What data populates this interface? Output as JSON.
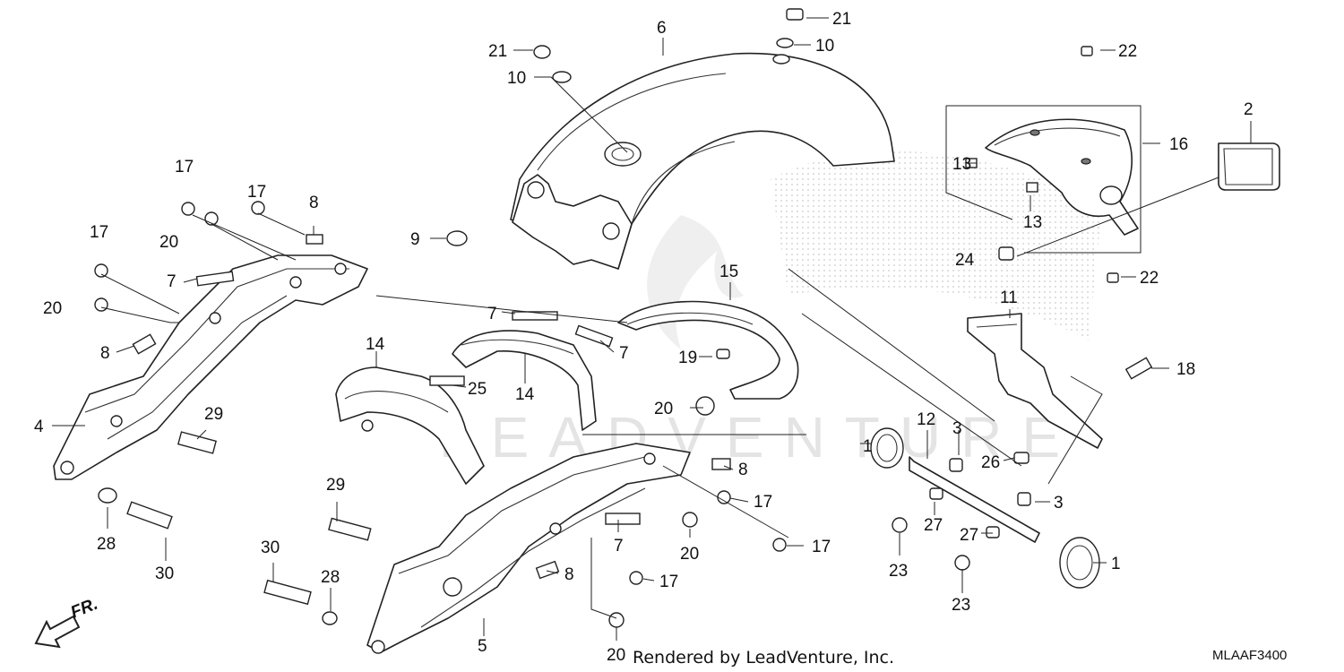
{
  "callouts": [
    "1",
    "2",
    "3",
    "4",
    "5",
    "6",
    "7",
    "8",
    "9",
    "10",
    "11",
    "12",
    "13",
    "14",
    "15",
    "16",
    "17",
    "18",
    "19",
    "20",
    "21",
    "22",
    "23",
    "24",
    "25",
    "26",
    "27",
    "28",
    "29",
    "30"
  ],
  "direction_label": "FR.",
  "footer": {
    "credit": "Rendered by LeadVenture, Inc.",
    "diagram_code": "MLAAF3400"
  },
  "watermark": "LEADVENTURE"
}
